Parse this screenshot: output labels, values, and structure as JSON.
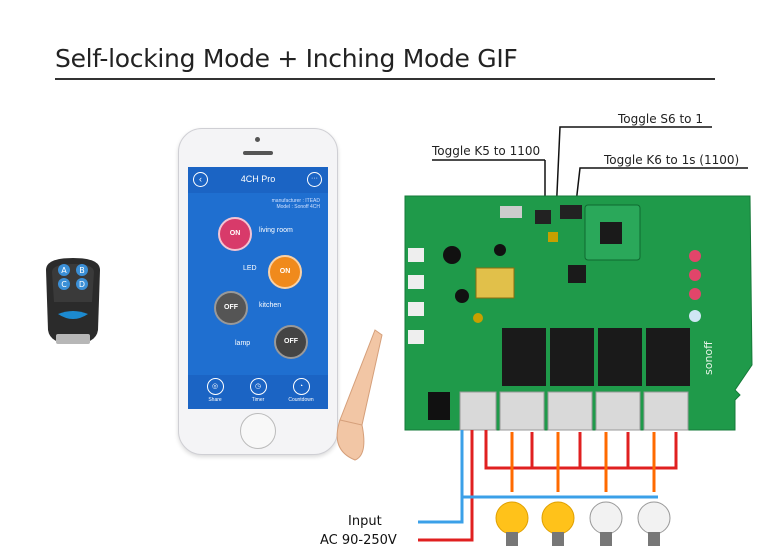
{
  "header": {
    "title": "Self-locking Mode + Inching Mode GIF"
  },
  "callouts": {
    "k5": "Toggle K5 to 1100",
    "s6": "Toggle S6 to 1",
    "k6": "Toggle K6 to 1s (1100)"
  },
  "remote": {
    "buttons": [
      "A",
      "B",
      "C",
      "D"
    ]
  },
  "phone_app": {
    "title": "4CH Pro",
    "back_icon": "‹",
    "more_icon": "···",
    "info_line1": "manufacturer : ITEAD",
    "info_line2": "Model : Sonoff 4CH",
    "channels": [
      {
        "state": "ON",
        "label": "living room",
        "color": "#d83a6a"
      },
      {
        "state": "ON",
        "label": "LED",
        "color": "#f08a1c"
      },
      {
        "state": "OFF",
        "label": "kitchen",
        "color": "#555555"
      },
      {
        "state": "OFF",
        "label": "lamp",
        "color": "#444444"
      }
    ],
    "bottom": [
      {
        "label": "Share",
        "icon": "◎"
      },
      {
        "label": "Timer",
        "icon": "◷"
      },
      {
        "label": "Countdown",
        "icon": "◔"
      }
    ]
  },
  "wiring": {
    "input_label": "Input",
    "voltage_label": "AC 90-250V",
    "live_color": "#e02020",
    "neutral_color": "#3ba0e8",
    "channel_color": "#ff6a00"
  },
  "board": {
    "brand": "sonoff",
    "color": "#1f9a4a"
  }
}
